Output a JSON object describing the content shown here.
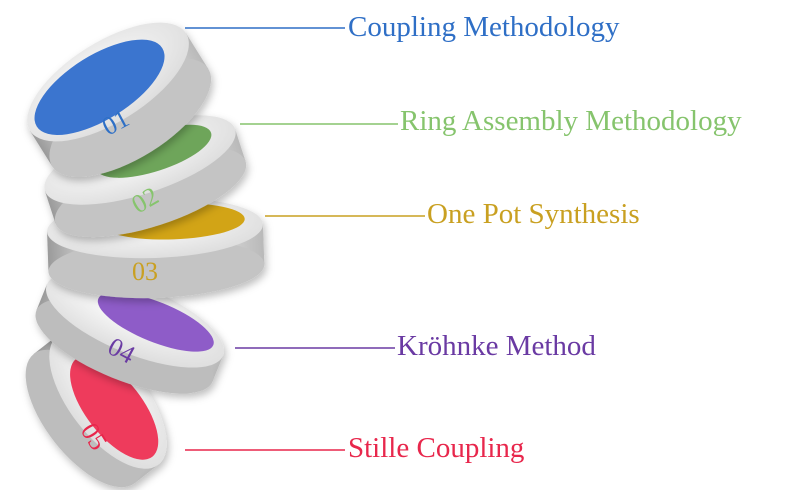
{
  "steps": [
    {
      "number": "01",
      "label": "Coupling Methodology",
      "color": "#2f6fc6",
      "disc_color": "#3a74cf"
    },
    {
      "number": "02",
      "label": "Ring Assembly Methodology",
      "color": "#86c46d",
      "disc_color": "#6ea55a"
    },
    {
      "number": "03",
      "label": "One Pot Synthesis",
      "color": "#c9a021",
      "disc_color": "#d2a418"
    },
    {
      "number": "04",
      "label": "Kröhnke Method",
      "color": "#6a3aa3",
      "disc_color": "#8e5cc8"
    },
    {
      "number": "05",
      "label": "Stille Coupling",
      "color": "#e8274c",
      "disc_color": "#ee3a5c"
    }
  ]
}
